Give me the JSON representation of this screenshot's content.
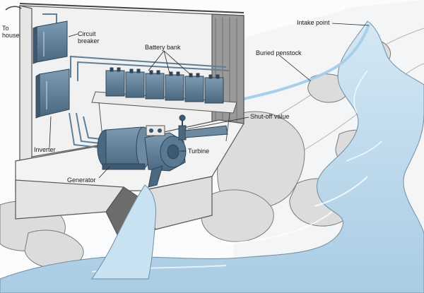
{
  "labels": {
    "to_house_line1": "To",
    "to_house_line2": "house",
    "circuit_breaker_line1": "Circuit",
    "circuit_breaker_line2": "breaker",
    "battery_bank": "Battery bank",
    "intake_point": "Intake point",
    "buried_penstock": "Buried penstock",
    "shut_off_valve": "Shut-off value",
    "inverter": "Inverter",
    "turbine": "Turbine",
    "generator": "Generator"
  },
  "colors": {
    "water": "#bcd9ec",
    "water_light": "#e3f0f8",
    "penstock": "#9fcbe6",
    "equipment": "#5f7f98",
    "equipment_dark": "#3e5a72",
    "concrete": "#eeeeee",
    "rock": "#d9d9d9",
    "ink": "#3a3a3a"
  }
}
